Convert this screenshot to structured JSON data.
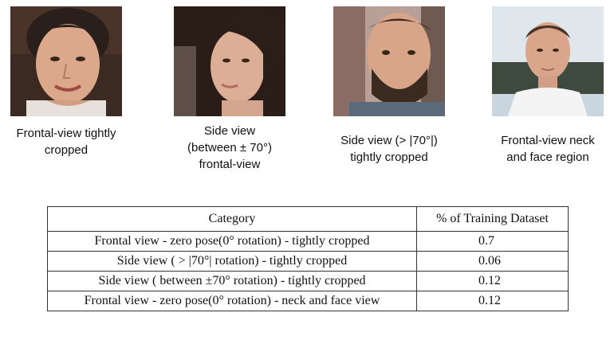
{
  "images": [
    {
      "name": "frontal-tight",
      "caption": [
        "Frontal-view tightly",
        "cropped"
      ]
    },
    {
      "name": "side-70",
      "caption": [
        "Side view",
        "(between  ± 70°)",
        "frontal-view"
      ]
    },
    {
      "name": "side-gt70",
      "caption": [
        "Side view (> |70°|)",
        "tightly cropped"
      ]
    },
    {
      "name": "frontal-neck",
      "caption": [
        "Frontal-view neck",
        "and face region"
      ]
    }
  ],
  "table": {
    "headers": [
      "Category",
      "% of Training Dataset"
    ],
    "rows": [
      [
        "Frontal view - zero pose(0° rotation) - tightly cropped",
        "0.7"
      ],
      [
        "Side view ( > |70°| rotation) - tightly cropped",
        "0.06"
      ],
      [
        "Side view ( between ±70° rotation) - tightly cropped",
        "0.12"
      ],
      [
        "Frontal view - zero pose(0° rotation) - neck and face view",
        "0.12"
      ]
    ]
  },
  "colors": {
    "skin": "#d9a58a",
    "hair_dark": "#2a1f1a",
    "background_frame": "#3a2a22"
  }
}
